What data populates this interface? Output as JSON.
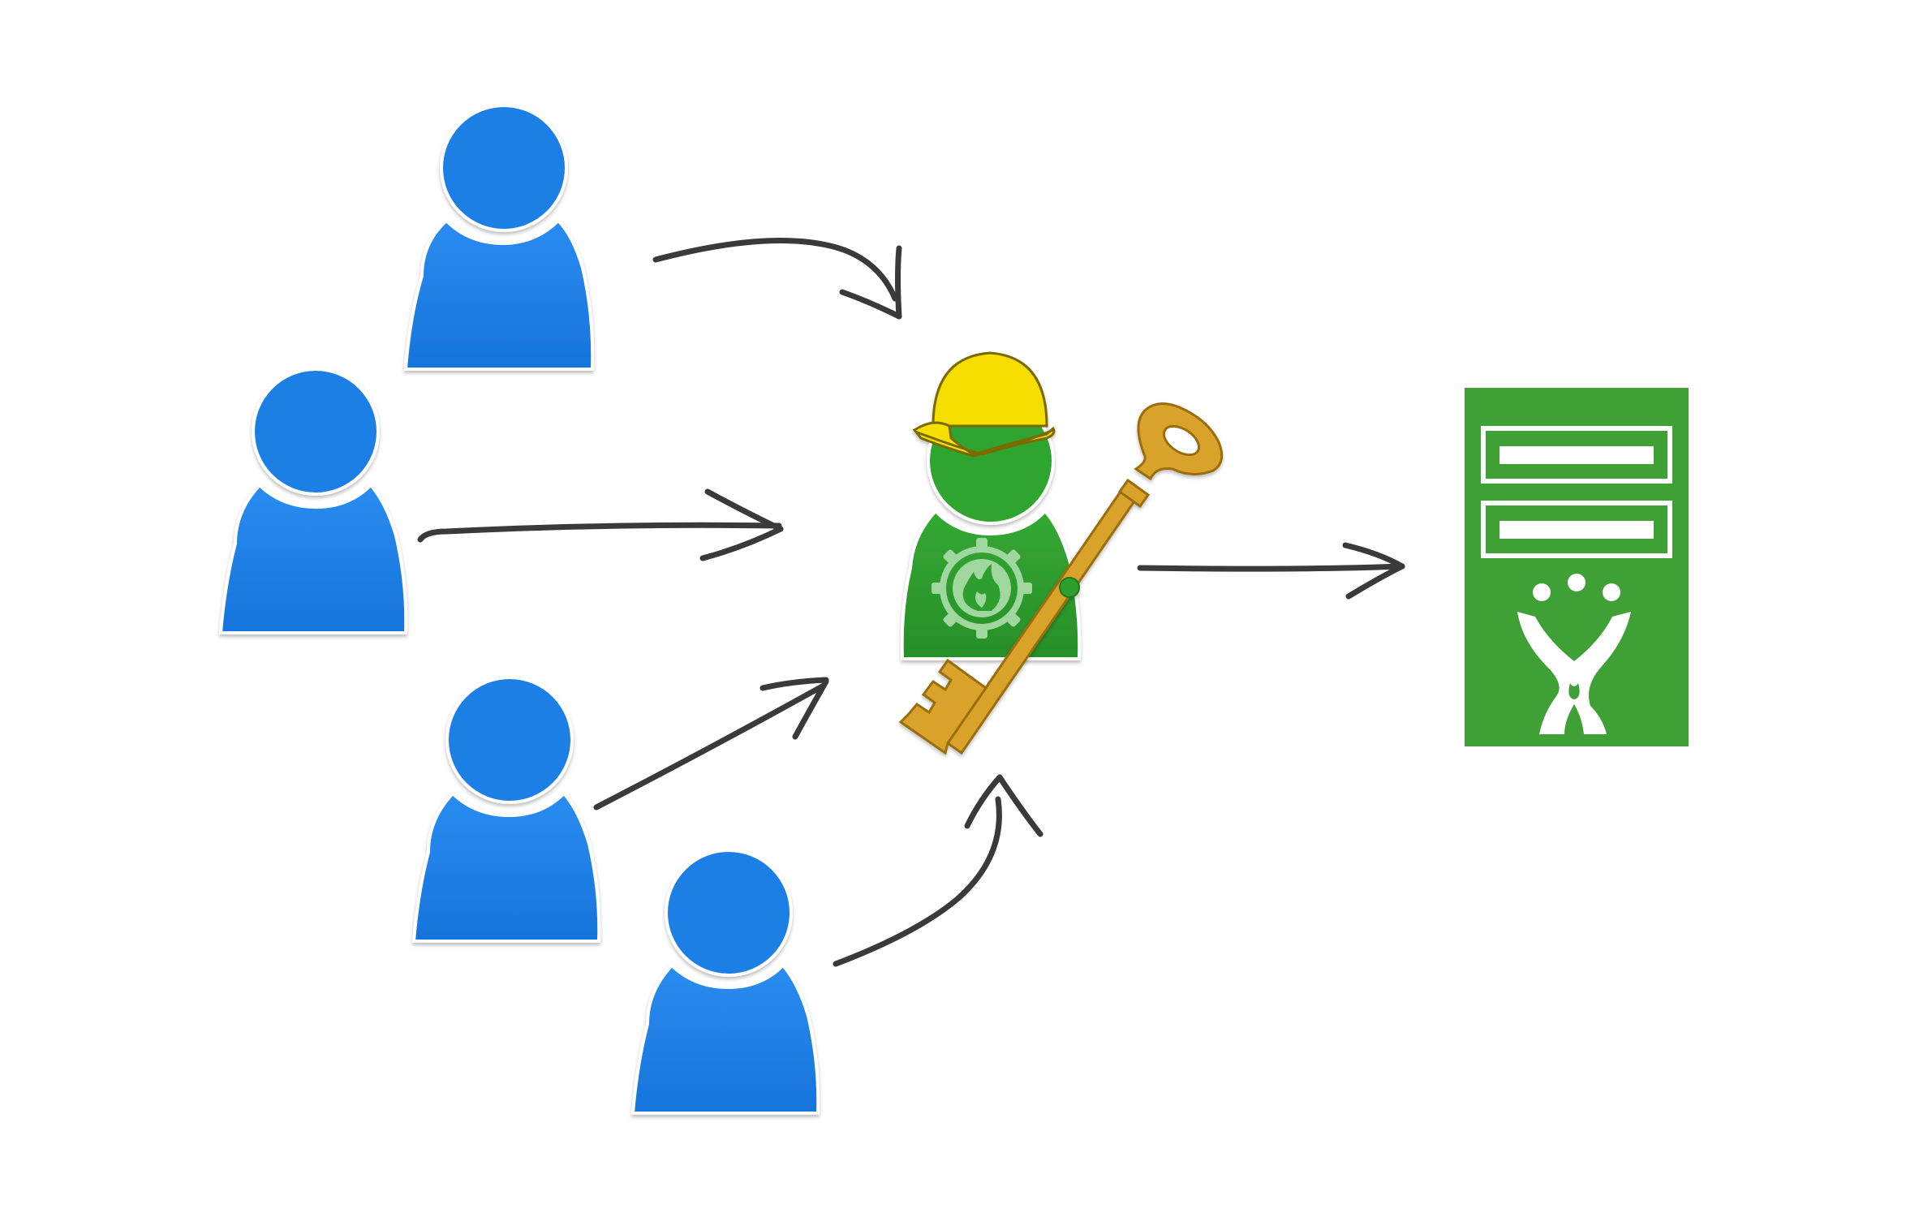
{
  "colors": {
    "background": "#ffffff",
    "user_blue": "#1b7fe6",
    "user_blue_shadow": "#1366c0",
    "admin_green": "#2e9e2e",
    "admin_head_green": "#2fa52f",
    "hard_hat_yellow": "#f5de00",
    "key_gold": "#d9a22b",
    "key_gold_dark": "#b98517",
    "gear_light_green": "#9fd79f",
    "server_green": "#3fa135",
    "arrow_dark": "#3a3a3a"
  },
  "nodes": {
    "users": [
      {
        "icon": "user-icon"
      },
      {
        "icon": "user-icon"
      },
      {
        "icon": "user-icon"
      },
      {
        "icon": "user-icon"
      }
    ],
    "admin": {
      "icon": "administrator-icon",
      "accessories": [
        "hard-hat-icon",
        "gear-flame-icon",
        "key-icon"
      ]
    },
    "server": {
      "icon": "server-icon",
      "logo": "confluence-style-logo-icon"
    }
  },
  "edges": [
    {
      "from": "user-1",
      "to": "administrator"
    },
    {
      "from": "user-2",
      "to": "administrator"
    },
    {
      "from": "user-3",
      "to": "administrator"
    },
    {
      "from": "user-4",
      "to": "administrator"
    },
    {
      "from": "administrator",
      "to": "server"
    }
  ]
}
